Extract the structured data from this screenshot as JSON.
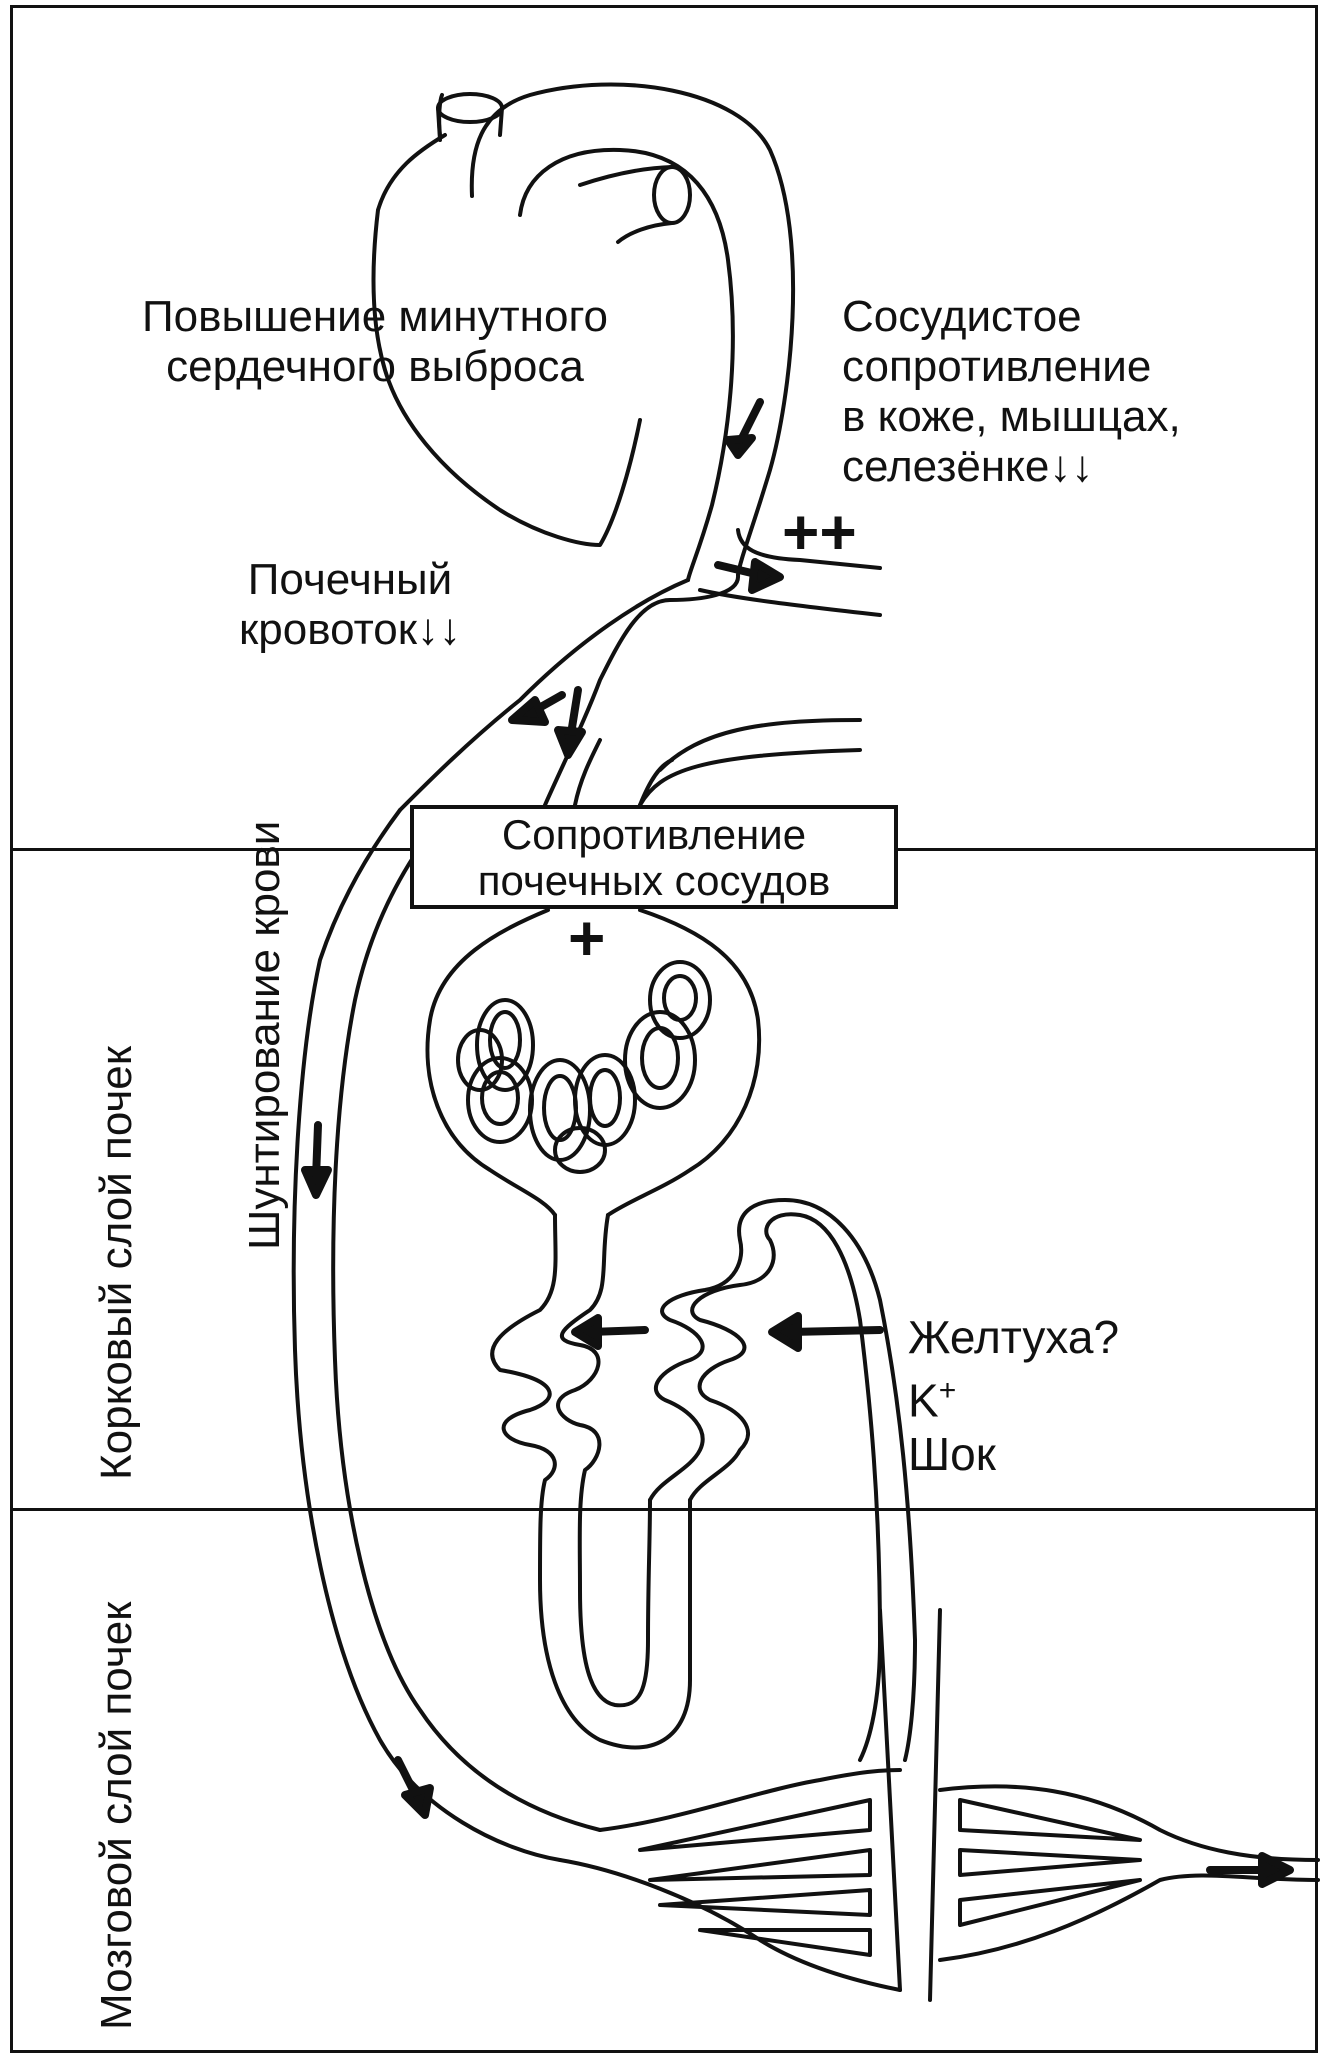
{
  "labels": {
    "cardiac_output": [
      "Повышение минутного",
      "сердечного выброса"
    ],
    "vascular_resistance": [
      "Сосудистое",
      "сопротивление",
      "в коже, мышцах,",
      "селезёнке↓↓"
    ],
    "renal_blood_flow": [
      "Почечный",
      "кровоток↓↓"
    ],
    "shunting": "Шунтирование крови",
    "renal_vessel_resistance": [
      "Сопротивление",
      "почечных сосудов"
    ],
    "factors": {
      "jaundice": "Желтуха?",
      "potassium_base": "K",
      "potassium_sup": "+",
      "shock": "Шок"
    },
    "cortex": "Корковый слой почек",
    "medulla": "Мозговой слой почек",
    "plus_plus": "++",
    "plus": "+"
  },
  "icons": [
    "heart-icon",
    "glomerulus-icon",
    "flow-arrow-icon"
  ]
}
